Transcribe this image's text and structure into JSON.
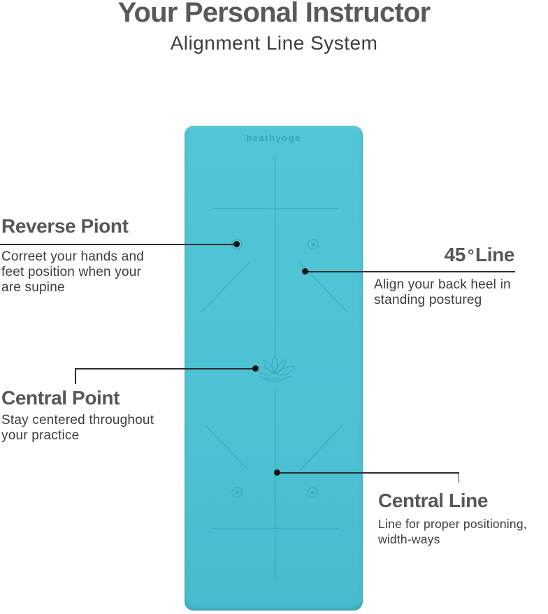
{
  "header": {
    "title": "Your Personal Instructor",
    "subtitle": "Alignment Line System"
  },
  "mat": {
    "brand": "heathyoga",
    "colors": {
      "surface": "#4CC2D3",
      "engraved_line": "#2E9FB1",
      "connector": "#2D2D2D"
    },
    "icons": {
      "center": "lotus-icon",
      "markers": "target-marker-icon"
    }
  },
  "annotations": {
    "reverse_point": {
      "heading": "Reverse Piont",
      "lines": [
        "Correet your hands and",
        "feet position when your",
        "are supine"
      ]
    },
    "line_45": {
      "heading_number": "45",
      "heading_degree": "°",
      "heading_word": "Line",
      "lines": [
        "Align your back heel in",
        "standing postureg"
      ]
    },
    "central_point": {
      "heading": "Central Point",
      "lines": [
        "Stay centered throughout",
        "your practice"
      ]
    },
    "central_line": {
      "heading": "Central Line",
      "lines": [
        "Line for proper positioning,",
        "width-ways"
      ]
    }
  }
}
